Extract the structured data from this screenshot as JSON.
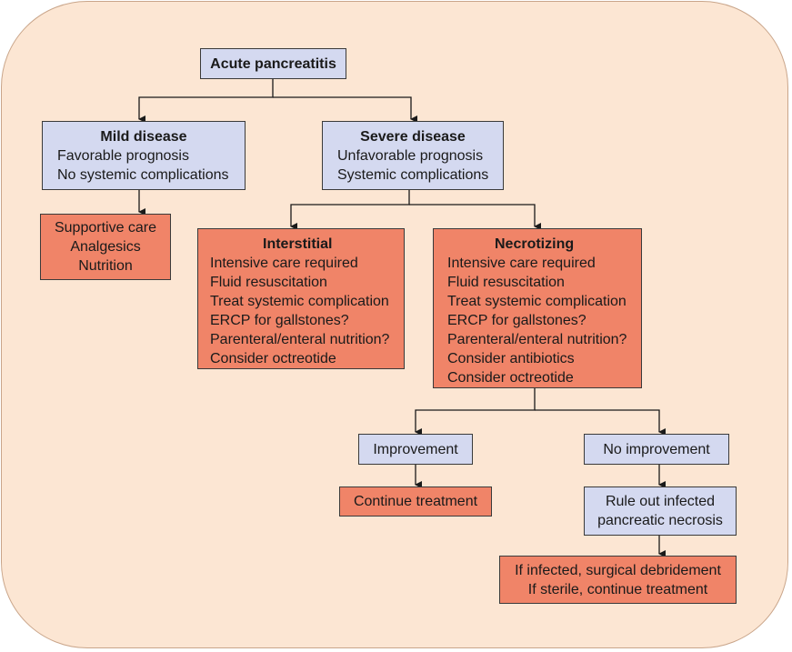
{
  "colors": {
    "background_panel": "#fce6d3",
    "blue_box": "#d4d9f0",
    "red_box": "#f08468",
    "connector": "#1a1a1a"
  },
  "nodes": {
    "acute": {
      "title": "Acute pancreatitis"
    },
    "mild": {
      "title": "Mild disease",
      "lines": [
        "Favorable prognosis",
        "No systemic complications"
      ]
    },
    "severe": {
      "title": "Severe disease",
      "lines": [
        "Unfavorable prognosis",
        "Systemic complications"
      ]
    },
    "supportive": {
      "lines": [
        "Supportive care",
        "Analgesics",
        "Nutrition"
      ]
    },
    "interstitial": {
      "title": "Interstitial",
      "lines": [
        "Intensive care required",
        "Fluid resuscitation",
        "Treat systemic complication",
        "ERCP for gallstones?",
        "Parenteral/enteral nutrition?",
        "Consider octreotide"
      ]
    },
    "necrotizing": {
      "title": "Necrotizing",
      "lines": [
        "Intensive care required",
        "Fluid resuscitation",
        "Treat systemic complication",
        "ERCP for gallstones?",
        "Parenteral/enteral nutrition?",
        "Consider antibiotics",
        "Consider octreotide"
      ]
    },
    "improvement": {
      "title": "Improvement"
    },
    "no_improvement": {
      "title": "No improvement"
    },
    "continue": {
      "title": "Continue treatment"
    },
    "rule_out": {
      "lines": [
        "Rule out infected",
        "pancreatic necrosis"
      ]
    },
    "infected": {
      "lines": [
        "If infected, surgical debridement",
        "If sterile, continue treatment"
      ]
    }
  },
  "edges": [
    [
      "acute",
      "mild"
    ],
    [
      "acute",
      "severe"
    ],
    [
      "mild",
      "supportive"
    ],
    [
      "severe",
      "interstitial"
    ],
    [
      "severe",
      "necrotizing"
    ],
    [
      "necrotizing",
      "improvement"
    ],
    [
      "necrotizing",
      "no_improvement"
    ],
    [
      "improvement",
      "continue"
    ],
    [
      "no_improvement",
      "rule_out"
    ],
    [
      "rule_out",
      "infected"
    ]
  ]
}
